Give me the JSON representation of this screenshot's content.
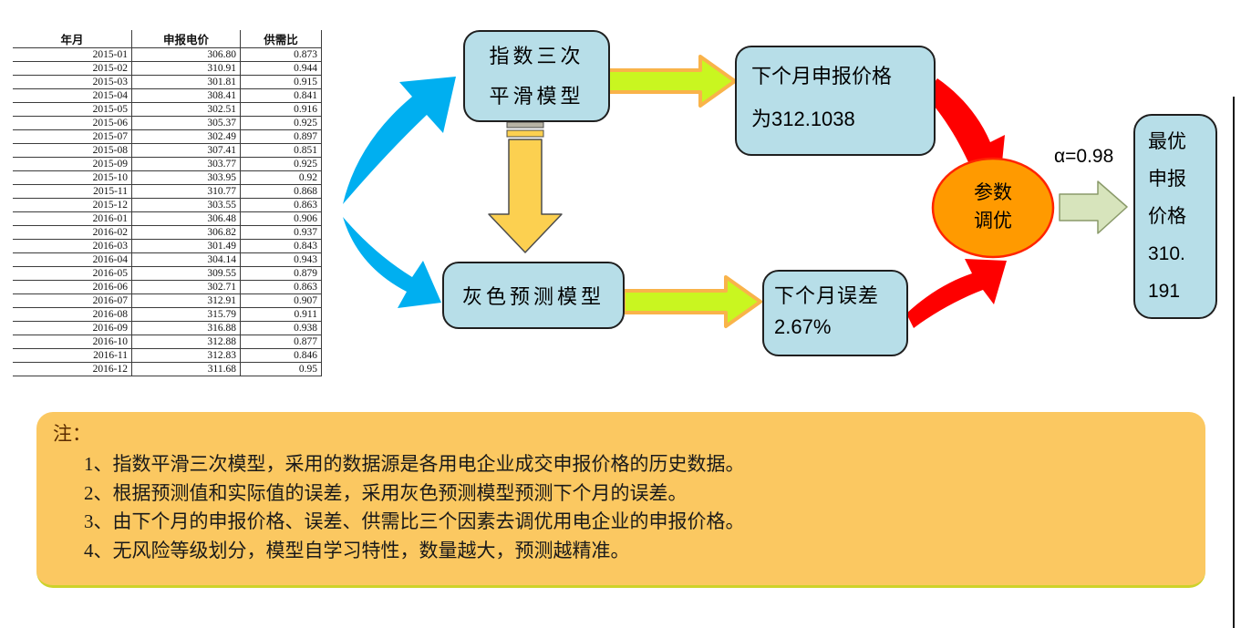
{
  "table": {
    "headers": [
      "年月",
      "申报电价",
      "供需比"
    ],
    "rows": [
      [
        "2015-01",
        "306.80",
        "0.873"
      ],
      [
        "2015-02",
        "310.91",
        "0.944"
      ],
      [
        "2015-03",
        "301.81",
        "0.915"
      ],
      [
        "2015-04",
        "308.41",
        "0.841"
      ],
      [
        "2015-05",
        "302.51",
        "0.916"
      ],
      [
        "2015-06",
        "305.37",
        "0.925"
      ],
      [
        "2015-07",
        "302.49",
        "0.897"
      ],
      [
        "2015-08",
        "307.41",
        "0.851"
      ],
      [
        "2015-09",
        "303.77",
        "0.925"
      ],
      [
        "2015-10",
        "303.95",
        "0.92"
      ],
      [
        "2015-11",
        "310.77",
        "0.868"
      ],
      [
        "2015-12",
        "303.55",
        "0.863"
      ],
      [
        "2016-01",
        "306.48",
        "0.906"
      ],
      [
        "2016-02",
        "306.82",
        "0.937"
      ],
      [
        "2016-03",
        "301.49",
        "0.843"
      ],
      [
        "2016-04",
        "304.14",
        "0.943"
      ],
      [
        "2016-05",
        "309.55",
        "0.879"
      ],
      [
        "2016-06",
        "302.71",
        "0.863"
      ],
      [
        "2016-07",
        "312.91",
        "0.907"
      ],
      [
        "2016-08",
        "315.79",
        "0.911"
      ],
      [
        "2016-09",
        "316.88",
        "0.938"
      ],
      [
        "2016-10",
        "312.88",
        "0.877"
      ],
      [
        "2016-11",
        "312.83",
        "0.846"
      ],
      [
        "2016-12",
        "311.68",
        "0.95"
      ]
    ]
  },
  "flowchart": {
    "model1_line1": "指数三次",
    "model1_line2": "平滑模型",
    "model2_label": "灰色预测模型",
    "result_price_line1": "下个月申报价格",
    "result_price_line2": "为312.1038",
    "result_error_line1": "下个月误差",
    "result_error_line2": "2.67%",
    "tuning_line1": "参数",
    "tuning_line2": "调优",
    "alpha_label": "α=0.98",
    "final_lines": [
      "最优",
      "申报",
      "价格",
      "310.",
      "191"
    ]
  },
  "notes": {
    "title": "注：",
    "items": [
      "1、指数平滑三次模型，采用的数据源是各用电企业成交申报价格的历史数据。",
      "2、根据预测值和实际值的误差，采用灰色预测模型预测下个月的误差。",
      "3、由下个月的申报价格、误差、供需比三个因素去调优用电企业的申报价格。",
      "4、无风险等级划分，模型自学习特性，数量越大，预测越精准。"
    ]
  },
  "colors": {
    "box_fill": "#b7dee8",
    "ellipse_fill": "#ff9a00",
    "ellipse_border": "#ff2400",
    "blue_arrow": "#00aff0",
    "red_arrow": "#fe0000",
    "green_arrow_fill": "#c9f620",
    "green_arrow_border": "#f9b34a",
    "yellow_arrow": "#fcd050",
    "pale_green_arrow": "#d7e4bc",
    "notes_fill": "#fbc861"
  }
}
